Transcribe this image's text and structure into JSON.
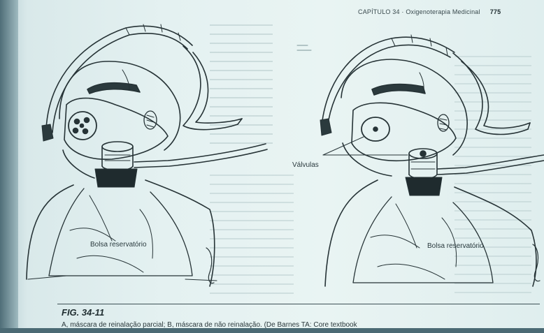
{
  "header": {
    "chapter": "CAPÍTULO 34 · Oxigenoterapia Medicinal",
    "page_number": "775"
  },
  "labels": {
    "left_bag": "Bolsa reservatório",
    "right_bag": "Bolsa reservatório",
    "valves": "Válvulas"
  },
  "figure": {
    "number": "FIG. 34-11",
    "caption": "A, máscara de reinalação parcial; B, máscara de não reinalação. (De Barnes TA: Core textbook"
  },
  "icons": [
    "oxygen-mask-illustration-partial-rebreather",
    "oxygen-mask-illustration-non-rebreather"
  ]
}
